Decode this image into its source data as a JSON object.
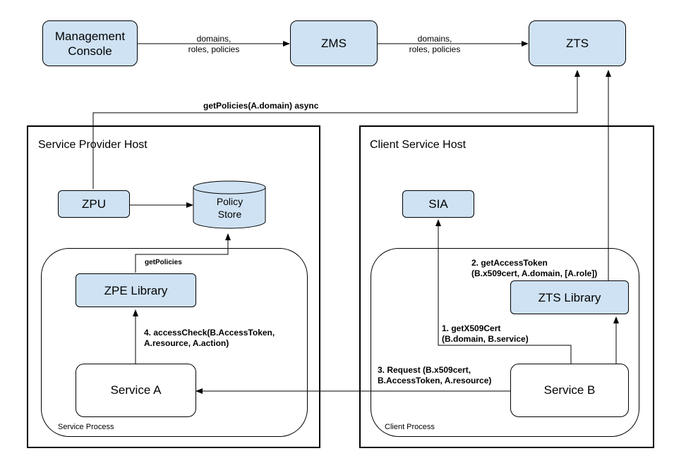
{
  "nodes": {
    "management_console": "Management\nConsole",
    "zms": "ZMS",
    "zts": "ZTS",
    "zpu": "ZPU",
    "policy_store": "Policy\nStore",
    "sia": "SIA",
    "zpe_library": "ZPE Library",
    "zts_library": "ZTS Library",
    "service_a": "Service A",
    "service_b": "Service B"
  },
  "hosts": {
    "service_provider": "Service Provider Host",
    "client_service": "Client Service Host"
  },
  "processes": {
    "service_process": "Service Process",
    "client_process": "Client Process"
  },
  "edges": {
    "console_to_zms": "domains,\nroles, policies",
    "zms_to_zts": "domains,\nroles, policies",
    "get_policies_async": "getPolicies(A.domain) async",
    "get_policies": "getPolicies",
    "access_check": "4. accessCheck(B.AccessToken,\nA.resource, A.action)",
    "get_access_token": "2. getAccessToken\n(B.x509cert, A.domain, [A.role])",
    "get_x509_cert": "1. getX509Cert\n(B.domain, B.service)",
    "request": "3. Request (B.x509cert,\nB.AccessToken, A.resource)"
  }
}
